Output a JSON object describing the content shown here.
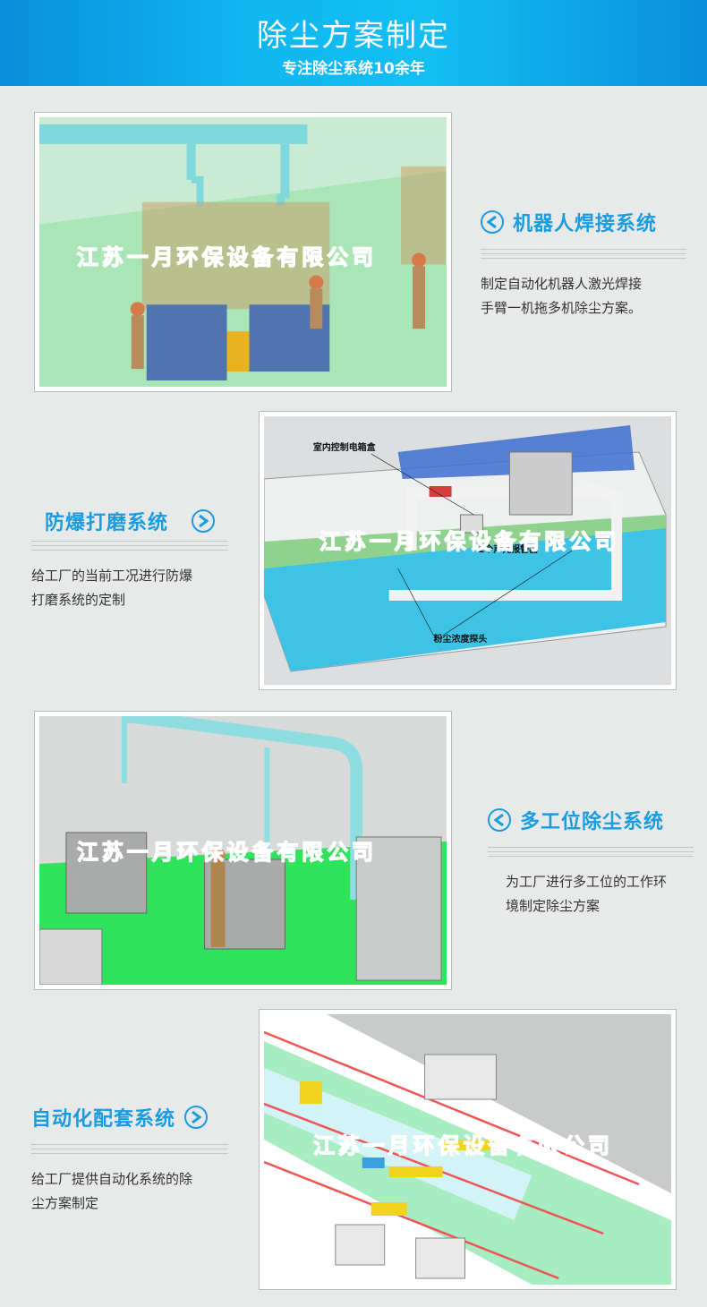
{
  "header": {
    "title": "除尘方案制定",
    "subtitle": "专注除尘系统10余年"
  },
  "watermark": "江苏一月环保设备有限公司",
  "accent_color": "#1a9ce0",
  "sections": [
    {
      "title": "机器人焊接系统",
      "icon": "chevron-left-circle-icon",
      "desc_lines": [
        "制定自动化机器人激光焊接",
        "手臂一机拖多机除尘方案。"
      ]
    },
    {
      "title": "防爆打磨系统",
      "icon": "chevron-right-circle-icon",
      "desc_lines": [
        "给工厂的当前工况进行防爆",
        "打磨系统的定制"
      ],
      "image_labels": [
        "室内控制电箱盒",
        "2个声光报警器",
        "粉尘浓度探头"
      ]
    },
    {
      "title": "多工位除尘系统",
      "icon": "chevron-left-circle-icon",
      "desc_lines": [
        "为工厂进行多工位的工作环",
        "境制定除尘方案"
      ]
    },
    {
      "title": "自动化配套系统",
      "icon": "chevron-right-circle-icon",
      "desc_lines": [
        "给工厂提供自动化系统的除",
        "尘方案制定"
      ]
    }
  ]
}
